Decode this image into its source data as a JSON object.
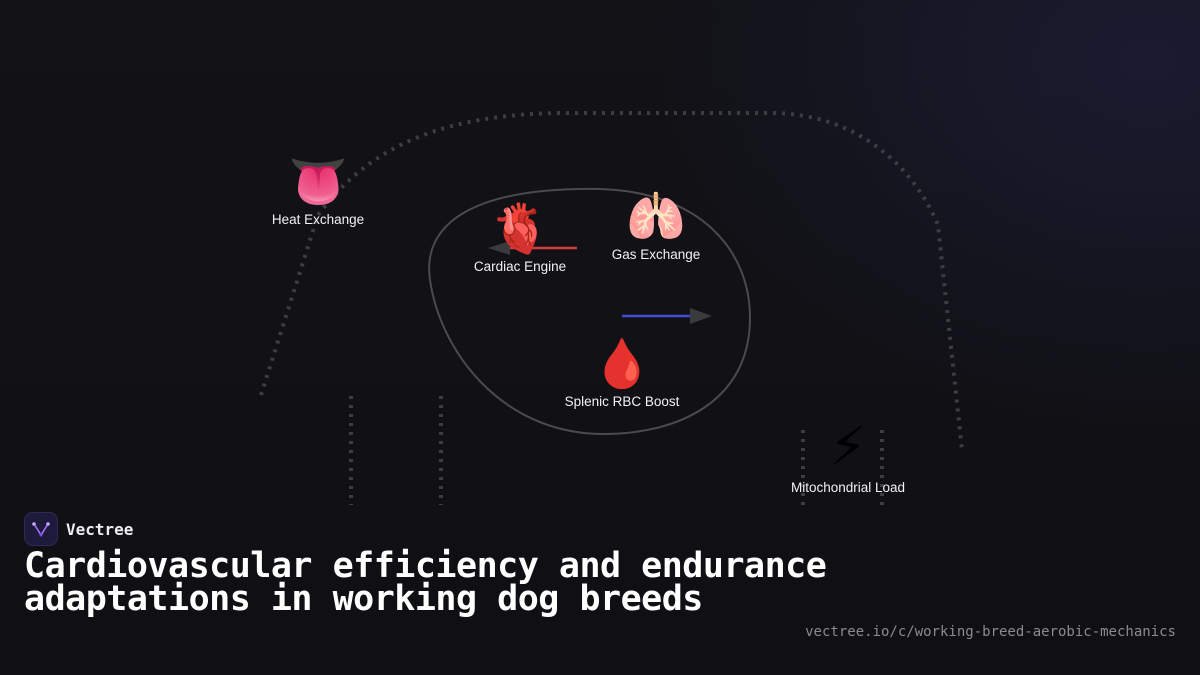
{
  "brand": {
    "name": "Vectree",
    "logo_icon": "vectree-logo-icon",
    "accent": "#a970ff"
  },
  "title": "Cardiovascular efficiency and endurance adaptations in working dog breeds",
  "url": "vectree.io/c/working-breed-aerobic-mechanics",
  "nodes": [
    {
      "id": "heat",
      "icon": "tongue-icon",
      "glyph": "👅",
      "label": "Heat Exchange"
    },
    {
      "id": "cardiac",
      "icon": "anatomical-heart-icon",
      "glyph": "🫀",
      "label": "Cardiac Engine"
    },
    {
      "id": "gas",
      "icon": "lungs-icon",
      "glyph": "🫁",
      "label": "Gas Exchange"
    },
    {
      "id": "splenic",
      "icon": "blood-drop-icon",
      "glyph": "🩸",
      "label": "Splenic RBC Boost"
    },
    {
      "id": "mito",
      "icon": "lightning-icon",
      "glyph": "⚡",
      "label": "Mitochondrial Load"
    }
  ],
  "colors": {
    "background": "#111116",
    "dotted_line": "#3d3d42",
    "loop": "#4a4a4f",
    "arrow_red": "#d23c3c",
    "arrow_blue": "#4a4ad8",
    "arrow_head": "#3a3a3f"
  }
}
